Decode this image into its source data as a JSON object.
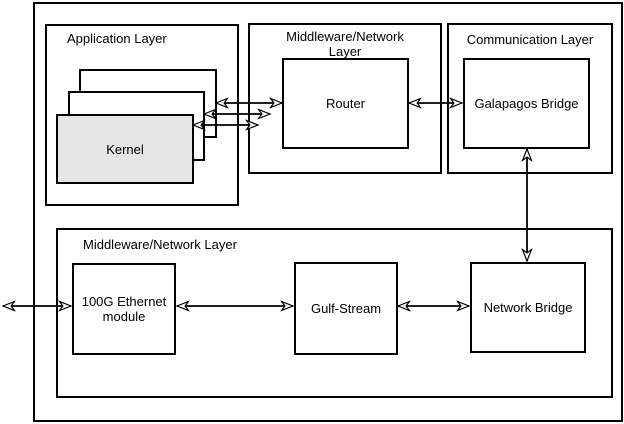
{
  "diagram": {
    "layers": {
      "application": {
        "title": "Application Layer"
      },
      "middleware_top": {
        "title": "Middleware/Network Layer"
      },
      "communication": {
        "title": "Communication Layer"
      },
      "middleware_bottom": {
        "title": "Middleware/Network Layer"
      }
    },
    "nodes": {
      "kernel": {
        "label": "Kernel"
      },
      "router": {
        "label": "Router"
      },
      "galapagos_bridge": {
        "label": "Galapagos Bridge"
      },
      "ethernet_module": {
        "label": "100G Ethernet module"
      },
      "gulf_stream": {
        "label": "Gulf-Stream"
      },
      "network_bridge": {
        "label": "Network Bridge"
      }
    },
    "edges": [
      {
        "from": "kernel-stack-back",
        "to": "router",
        "bidirectional": true
      },
      {
        "from": "kernel-stack-middle",
        "to": "router",
        "bidirectional": true
      },
      {
        "from": "kernel",
        "to": "router",
        "bidirectional": true
      },
      {
        "from": "router",
        "to": "galapagos_bridge",
        "bidirectional": true
      },
      {
        "from": "galapagos_bridge",
        "to": "network_bridge",
        "bidirectional": true
      },
      {
        "from": "external-left",
        "to": "ethernet_module",
        "bidirectional": true
      },
      {
        "from": "ethernet_module",
        "to": "gulf_stream",
        "bidirectional": true
      },
      {
        "from": "gulf_stream",
        "to": "network_bridge",
        "bidirectional": true
      }
    ],
    "colors": {
      "stroke": "#000000",
      "kernel_fill": "#e5e5e5",
      "background": "#ffffff"
    }
  }
}
